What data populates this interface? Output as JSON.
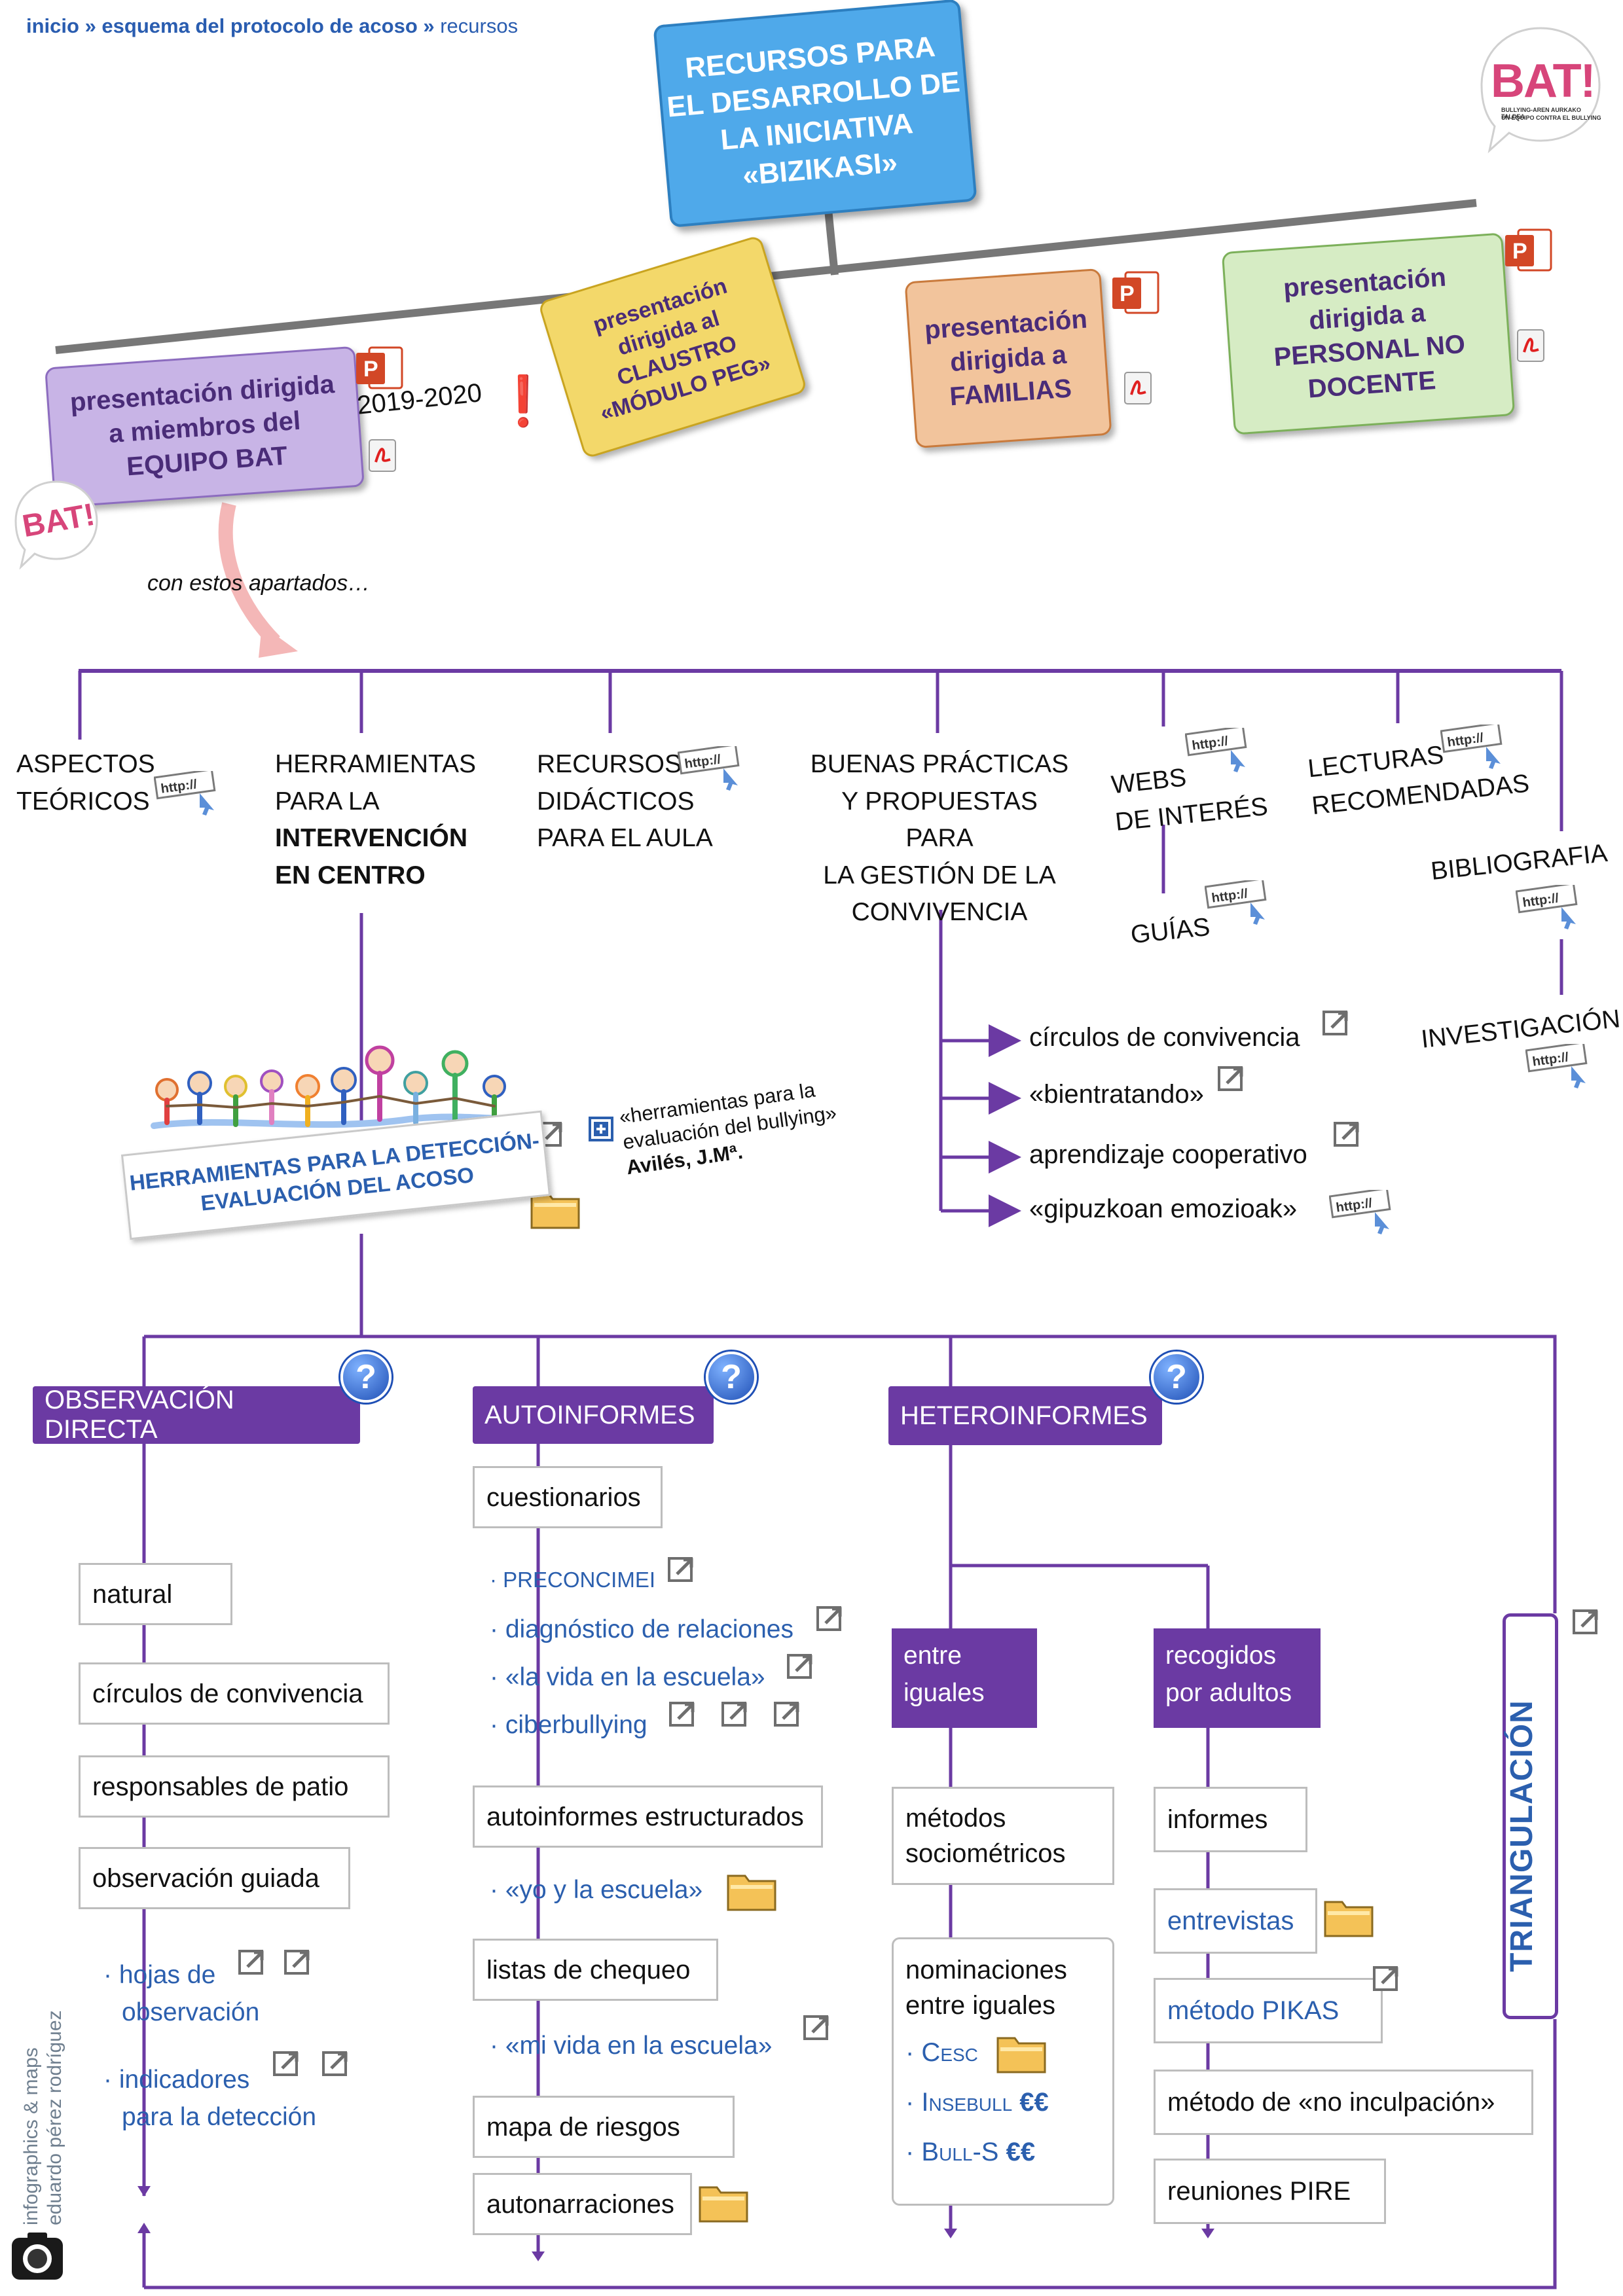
{
  "breadcrumb": {
    "home": "inicio",
    "sep1": " » ",
    "scheme": "esquema del protocolo de acoso",
    "sep2": " » ",
    "current": "recursos"
  },
  "title": {
    "line1": "RECURSOS PARA",
    "line2": "EL DESARROLLO DE",
    "line3": "LA INICIATIVA",
    "line4": "«BIZIKASI»"
  },
  "presentations": {
    "bat": {
      "line1": "presentación dirigida",
      "line2": "a miembros del",
      "line3": "EQUIPO BAT",
      "year": "2019-2020",
      "alert": "❗"
    },
    "claustro": {
      "line1": "presentación",
      "line2": "dirigida al",
      "line3": "CLAUSTRO",
      "line4": "«MÓDULO PEG»"
    },
    "familias": {
      "line1": "presentación",
      "line2": "dirigida a",
      "line3": "FAMILIAS"
    },
    "personal": {
      "line1": "presentación",
      "line2": "dirigida a",
      "line3": "PERSONAL NO",
      "line4": "DOCENTE"
    }
  },
  "con_estos": "con estos apartados…",
  "logo": {
    "text": "BAT!",
    "sub1": "BULLYING-AREN AURKAKO TALDEA",
    "sub2": "UN EQUIPO CONTRA EL BULLYING"
  },
  "icon_labels": {
    "ppt": "P",
    "http": "http://"
  },
  "sections": {
    "aspectos": {
      "l1": "ASPECTOS",
      "l2": "TEÓRICOS"
    },
    "herramientas": {
      "l1": "HERRAMIENTAS",
      "l2": "PARA LA",
      "l3": "INTERVENCIÓN",
      "l4": "EN CENTRO"
    },
    "recursos": {
      "l1": "RECURSOS",
      "l2": "DIDÁCTICOS",
      "l3": "PARA EL AULA"
    },
    "buenas": {
      "l1": "BUENAS PRÁCTICAS",
      "l2": "Y PROPUESTAS PARA",
      "l3": "LA GESTIÓN DE LA",
      "l4": "CONVIVENCIA"
    },
    "webs": {
      "l1": "WEBS",
      "l2": "DE INTERÉS"
    },
    "guias": "GUÍAS",
    "lecturas": {
      "l1": "LECTURAS",
      "l2": "RECOMENDADAS"
    },
    "bibliografia": "BIBLIOGRAFIA",
    "investigacion": "INVESTIGACIÓN"
  },
  "practices": [
    "círculos de convivencia",
    "«bientratando»",
    "aprendizaje cooperativo",
    "«gipuzkoan emozioak»"
  ],
  "detection": {
    "l1": "HERRAMIENTAS PARA LA DETECCIÓN-",
    "l2": "EVALUACIÓN DEL ACOSO",
    "ref1": "«herramientas para la",
    "ref2": "evaluación del bullying»",
    "author": "Avilés, J.Mª."
  },
  "categories": {
    "observacion": "OBSERVACIÓN DIRECTA",
    "autoinformes": "AUTOINFORMES",
    "heteroinformes": "HETEROINFORMES",
    "help": "?"
  },
  "observacion": {
    "items": [
      "natural",
      "círculos de convivencia",
      "responsables de patio",
      "observación guiada"
    ],
    "hojas": {
      "l1": "· hojas de",
      "l2": "observación"
    },
    "indicadores": {
      "l1": "· indicadores",
      "l2": "para la detección"
    }
  },
  "autoinformes": {
    "cuestionarios": "cuestionarios",
    "links": [
      "· PRECONCIMEI",
      "· diagnóstico de relaciones",
      "· «la vida en la escuela»",
      "· ciberbullying"
    ],
    "estructurados": "autoinformes estructurados",
    "yo": "· «yo y la escuela»",
    "listas": "listas de chequeo",
    "mivida": "· «mi vida en la escuela»",
    "mapa": "mapa de riesgos",
    "autonarraciones": "autonarraciones"
  },
  "heteroinformes": {
    "iguales": {
      "l1": "entre",
      "l2": "iguales"
    },
    "adultos": {
      "l1": "recogidos",
      "l2": "por adultos"
    },
    "metodos": {
      "l1": "métodos",
      "l2": "sociométricos"
    },
    "nominaciones": {
      "l1": "nominaciones",
      "l2": "entre iguales"
    },
    "cesc": "· Cesc",
    "insebull": "· Insebull",
    "bulls": "· Bull-S",
    "euros": "€€",
    "informes": "informes",
    "entrevistas": "entrevistas",
    "pikas": "método PIKAS",
    "noinculpacion": "método de «no inculpación»",
    "pire": "reuniones PIRE"
  },
  "triangulacion": "TRIANGULACIÓN",
  "credits": {
    "l1": "infographics & maps",
    "l2": "eduardo pérez rodríguez"
  },
  "colors": {
    "purple": "#6b3aa3",
    "blue": "#2b5fae",
    "title": "#4fa9ea"
  }
}
